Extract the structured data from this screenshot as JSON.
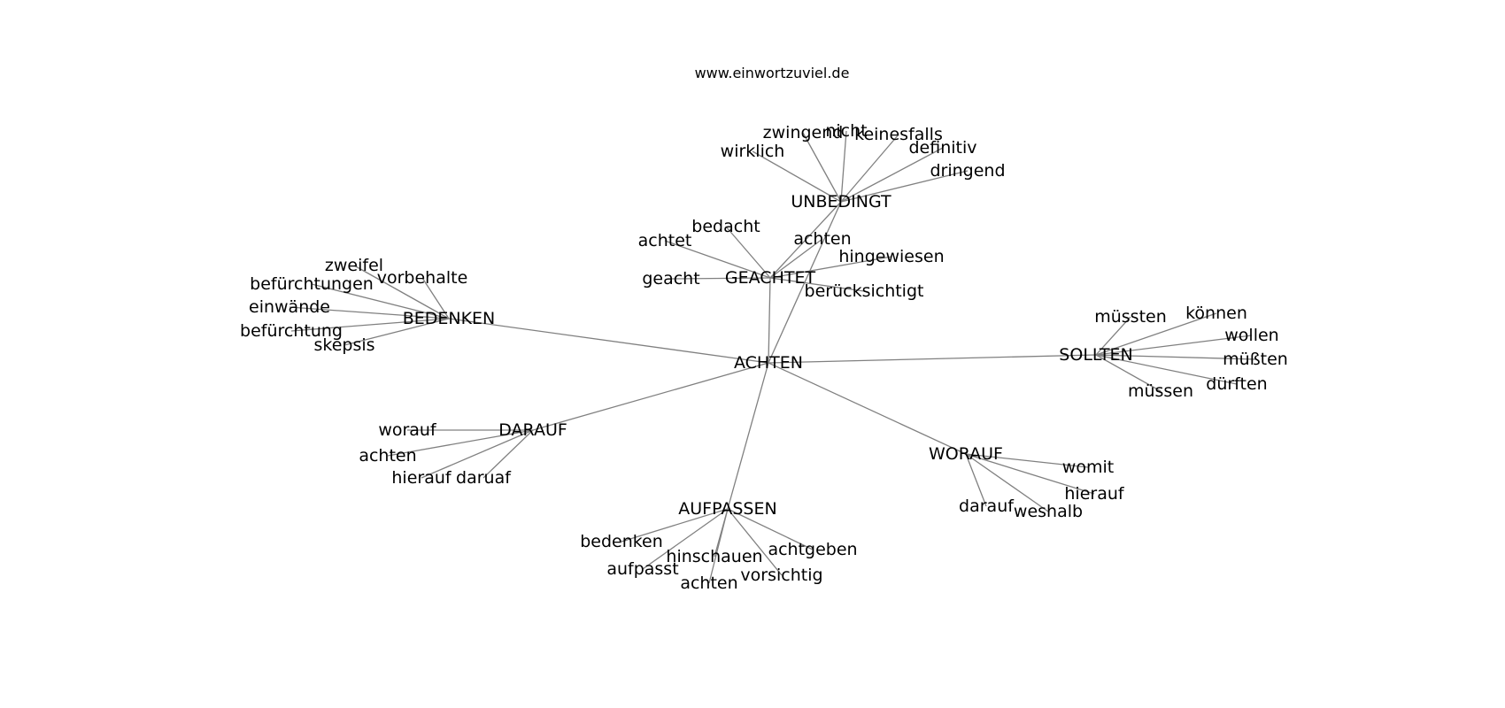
{
  "site_title": "www.einwortzuviel.de",
  "colors": {
    "edge": "#808080",
    "text": "#000000",
    "background": "#ffffff"
  },
  "graph": {
    "center": {
      "id": "achten_root",
      "label": "ACHTEN"
    },
    "hubs": [
      {
        "id": "unbedingt",
        "label": "UNBEDINGT",
        "leaves": [
          "zwingend",
          "nicht",
          "keinesfalls",
          "wirklich",
          "definitiv",
          "dringend"
        ]
      },
      {
        "id": "geachtet",
        "label": "GEACHTET",
        "leaves": [
          "bedacht",
          "achtet",
          "achten",
          "hingewiesen",
          "geacht",
          "berücksichtigt"
        ]
      },
      {
        "id": "bedenken",
        "label": "BEDENKEN",
        "leaves": [
          "zweifel",
          "befürchtungen",
          "vorbehalte",
          "einwände",
          "befürchtung",
          "skepsis"
        ]
      },
      {
        "id": "sollten",
        "label": "SOLLTEN",
        "leaves": [
          "müssten",
          "können",
          "wollen",
          "müßten",
          "müssen",
          "dürften"
        ]
      },
      {
        "id": "darauf",
        "label": "DARAUF",
        "leaves": [
          "worauf",
          "achten",
          "hierauf",
          "daruaf"
        ]
      },
      {
        "id": "worauf",
        "label": "WORAUF",
        "leaves": [
          "womit",
          "hierauf",
          "darauf",
          "weshalb"
        ]
      },
      {
        "id": "aufpassen",
        "label": "AUFPASSEN",
        "leaves": [
          "bedenken",
          "achtgeben",
          "hinschauen",
          "aufpasst",
          "vorsichtig",
          "achten"
        ]
      }
    ],
    "extra_edges": [
      {
        "from": "geachtet",
        "to": "unbedingt"
      }
    ]
  }
}
